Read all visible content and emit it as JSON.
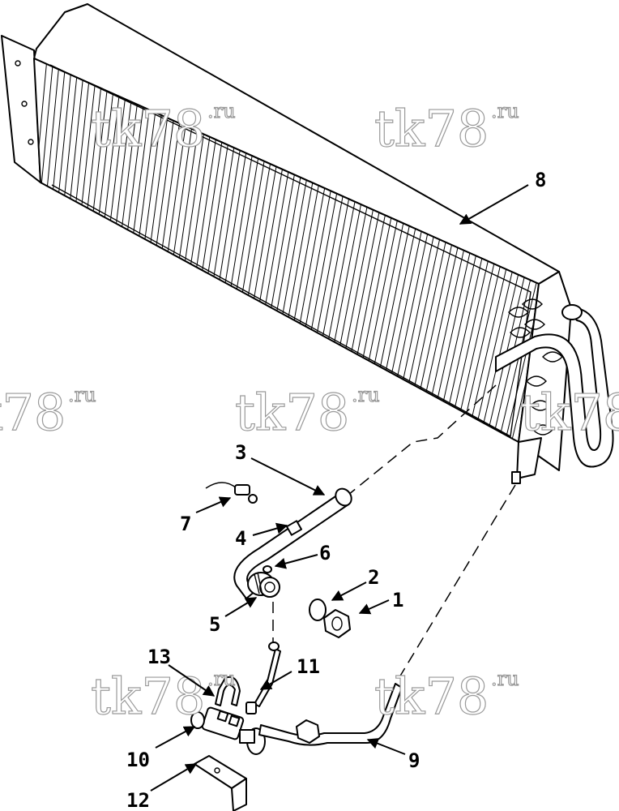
{
  "watermark": {
    "main": "tk78",
    "suffix": ".ru"
  },
  "callouts": [
    {
      "id": "1",
      "label": "1"
    },
    {
      "id": "2",
      "label": "2"
    },
    {
      "id": "3",
      "label": "3"
    },
    {
      "id": "4",
      "label": "4"
    },
    {
      "id": "5",
      "label": "5"
    },
    {
      "id": "6",
      "label": "6"
    },
    {
      "id": "7",
      "label": "7"
    },
    {
      "id": "8",
      "label": "8"
    },
    {
      "id": "9",
      "label": "9"
    },
    {
      "id": "10",
      "label": "10"
    },
    {
      "id": "11",
      "label": "11"
    },
    {
      "id": "12",
      "label": "12"
    },
    {
      "id": "13",
      "label": "13"
    }
  ]
}
